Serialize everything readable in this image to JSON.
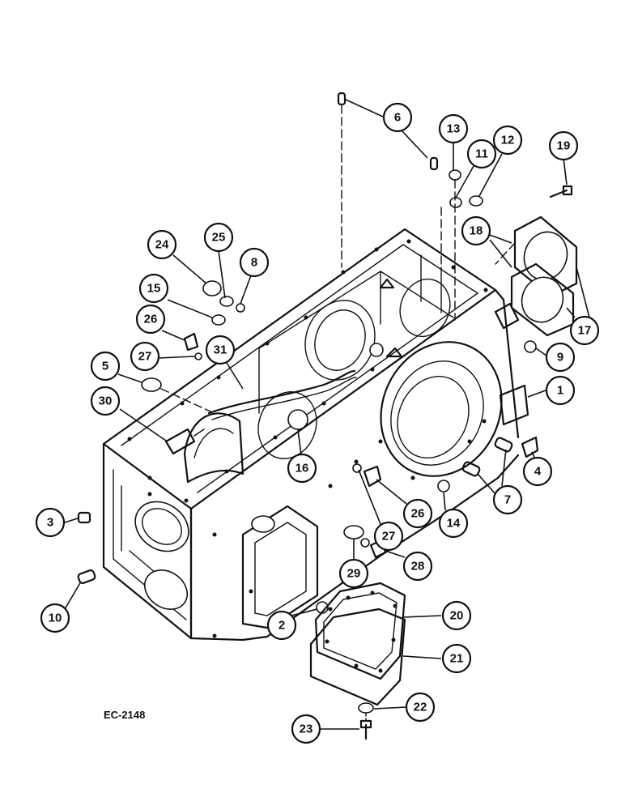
{
  "figure_code": "EC-2148",
  "callouts": [
    {
      "id": "c6",
      "label": "6"
    },
    {
      "id": "c13",
      "label": "13"
    },
    {
      "id": "c11",
      "label": "11"
    },
    {
      "id": "c12",
      "label": "12"
    },
    {
      "id": "c19",
      "label": "19"
    },
    {
      "id": "c18",
      "label": "18"
    },
    {
      "id": "c24",
      "label": "24"
    },
    {
      "id": "c25",
      "label": "25"
    },
    {
      "id": "c8",
      "label": "8"
    },
    {
      "id": "c15",
      "label": "15"
    },
    {
      "id": "c26a",
      "label": "26"
    },
    {
      "id": "c27a",
      "label": "27"
    },
    {
      "id": "c31",
      "label": "31"
    },
    {
      "id": "c5",
      "label": "5"
    },
    {
      "id": "c30",
      "label": "30"
    },
    {
      "id": "c9",
      "label": "9"
    },
    {
      "id": "c17",
      "label": "17"
    },
    {
      "id": "c1",
      "label": "1"
    },
    {
      "id": "c4",
      "label": "4"
    },
    {
      "id": "c7",
      "label": "7"
    },
    {
      "id": "c16",
      "label": "16"
    },
    {
      "id": "c3",
      "label": "3"
    },
    {
      "id": "c26b",
      "label": "26"
    },
    {
      "id": "c14",
      "label": "14"
    },
    {
      "id": "c27b",
      "label": "27"
    },
    {
      "id": "c28",
      "label": "28"
    },
    {
      "id": "c29",
      "label": "29"
    },
    {
      "id": "c10",
      "label": "10"
    },
    {
      "id": "c2",
      "label": "2"
    },
    {
      "id": "c20",
      "label": "20"
    },
    {
      "id": "c21",
      "label": "21"
    },
    {
      "id": "c22",
      "label": "22"
    },
    {
      "id": "c23",
      "label": "23"
    }
  ]
}
